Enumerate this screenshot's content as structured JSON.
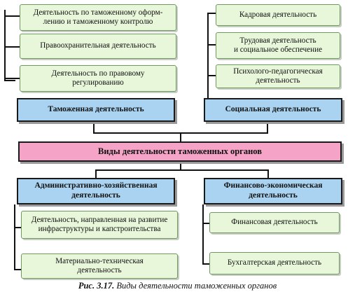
{
  "root": {
    "label": "Виды деятельности таможенных органов"
  },
  "categories": {
    "customs": {
      "label": "Таможенная деятельность",
      "items": [
        "Деятельность по таможенному оформ-\nлению и таможенному контролю",
        "Правоохранительная деятельность",
        "Деятельность по правовому\nрегулированию"
      ]
    },
    "social": {
      "label": "Социальная деятельность",
      "items": [
        "Кадровая деятельность",
        "Трудовая деятельность\nи социальное обеспечение",
        "Психолого-педагогическая\nдеятельность"
      ]
    },
    "admin": {
      "label": "Административно-хозяйственная\nдеятельность",
      "items": [
        "Деятельность, направленная на развитие\nинфраструктуры и капстроительства",
        "Материально-техническая\nдеятельность"
      ]
    },
    "finance": {
      "label": "Финансово-экономическая\nдеятельность",
      "items": [
        "Финансовая деятельность",
        "Бухгалтерская деятельность"
      ]
    }
  },
  "caption": {
    "prefix": "Рис. 3.17.",
    "text": " Виды деятельности таможенных органов"
  }
}
